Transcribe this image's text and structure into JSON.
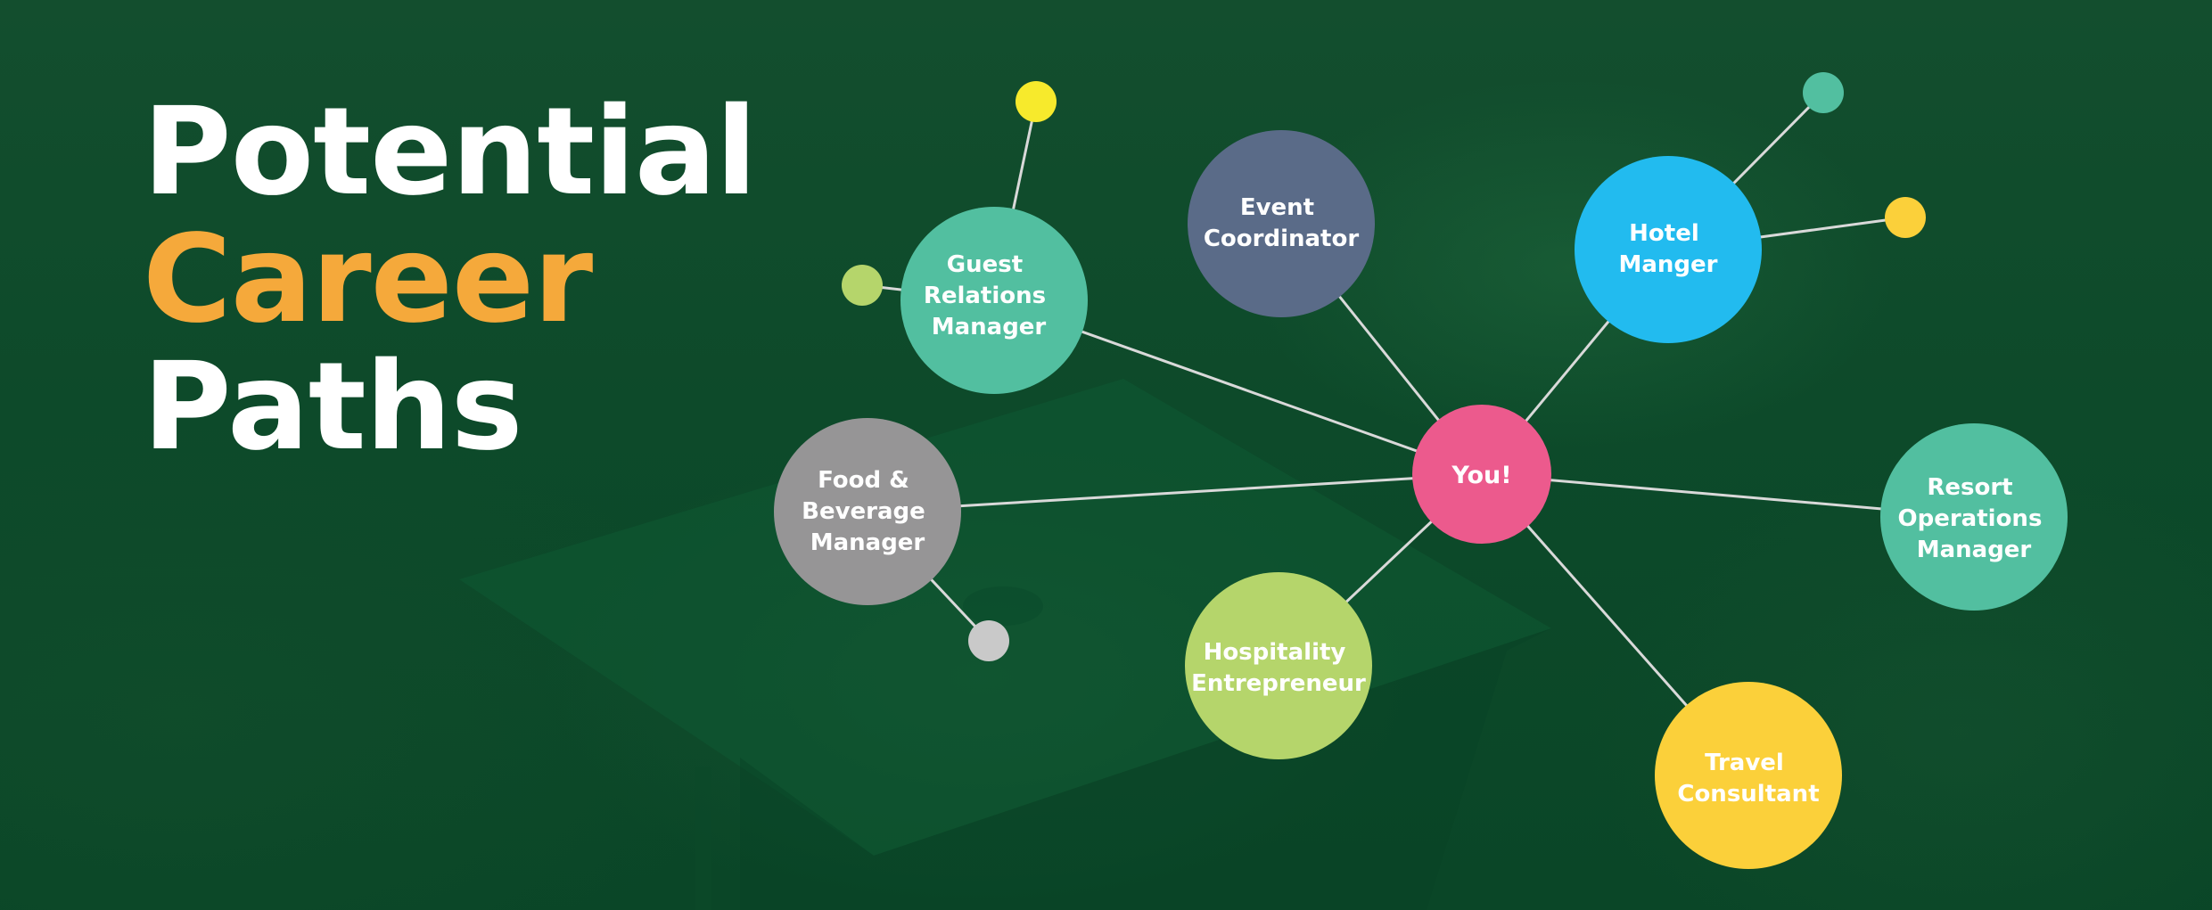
{
  "headline": {
    "line1": "Potential",
    "line2": "Career",
    "line3": "Paths"
  },
  "colors": {
    "background": "#0b4a2a",
    "accent": "#f5a93b",
    "teal": "#52bfa0",
    "slate": "#5a6b88",
    "sky": "#22bbef",
    "gray": "#969596",
    "pink": "#ec5a8d",
    "lime": "#b5d56b",
    "yellow": "#fbd03a",
    "bright_yellow": "#f7ea2c",
    "light_gray": "#c9c9c9",
    "connector": "#d9d9d9"
  },
  "diagram": {
    "center": {
      "label": [
        "You!"
      ]
    },
    "nodes": [
      {
        "id": "guest-relations-manager",
        "label": [
          "Guest",
          "Relations",
          "Manager"
        ]
      },
      {
        "id": "event-coordinator",
        "label": [
          "Event",
          "Coordinator"
        ]
      },
      {
        "id": "hotel-manger",
        "label": [
          "Hotel",
          "Manger"
        ]
      },
      {
        "id": "food-beverage-manager",
        "label": [
          "Food &",
          "Beverage",
          "Manager"
        ]
      },
      {
        "id": "resort-operations-manager",
        "label": [
          "Resort",
          "Operations",
          "Manager"
        ]
      },
      {
        "id": "hospitality-entrepreneur",
        "label": [
          "Hospitality",
          "Entrepreneur"
        ]
      },
      {
        "id": "travel-consultant",
        "label": [
          "Travel",
          "Consultant"
        ]
      }
    ]
  }
}
